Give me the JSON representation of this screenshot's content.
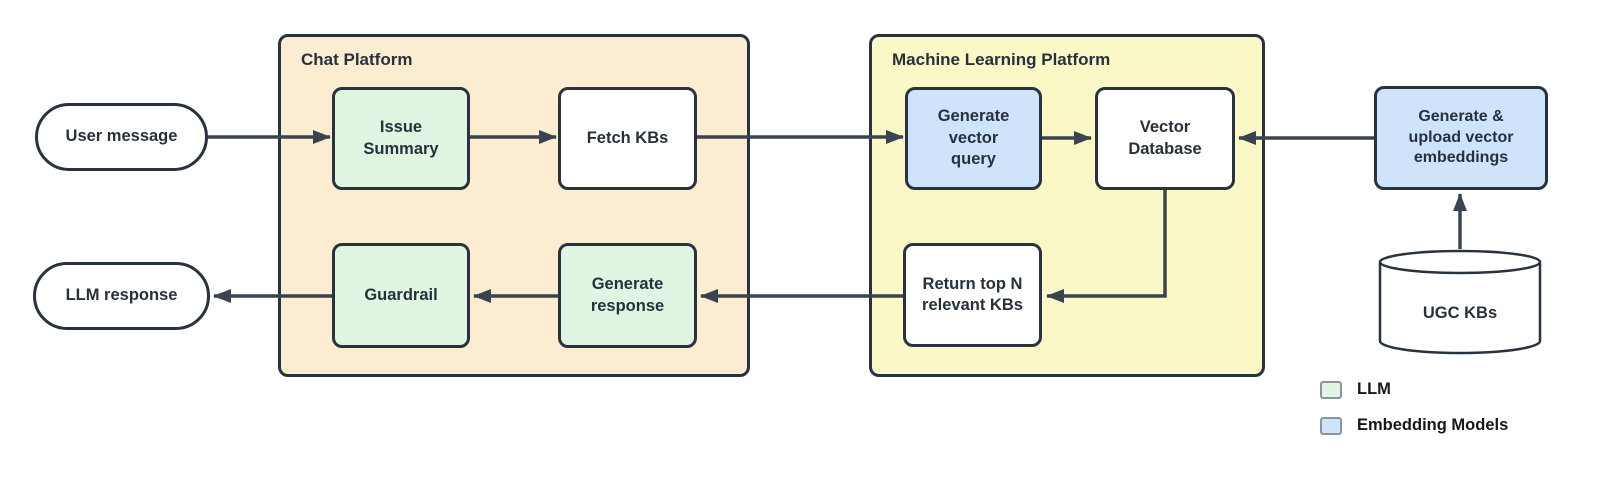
{
  "diagram": {
    "external_nodes": {
      "user_message": "User message",
      "llm_response": "LLM response",
      "generate_upload_embeddings": "Generate & upload vector embeddings",
      "ugc_kbs": "UGC KBs"
    },
    "containers": {
      "chat_platform": {
        "title": "Chat Platform",
        "nodes": {
          "issue_summary": "Issue Summary",
          "fetch_kbs": "Fetch KBs",
          "guardrail": "Guardrail",
          "generate_response": "Generate response"
        }
      },
      "ml_platform": {
        "title": "Machine Learning Platform",
        "nodes": {
          "generate_vector_query": "Generate vector query",
          "vector_database": "Vector Database",
          "return_top_n": "Return top N relevant KBs"
        }
      }
    },
    "flows": [
      "User message -> Issue Summary",
      "Issue Summary -> Fetch KBs",
      "Fetch KBs -> Generate vector query",
      "Generate vector query -> Vector Database",
      "Generate & upload vector embeddings -> Vector Database",
      "UGC KBs -> Generate & upload vector embeddings",
      "Vector Database -> Return top N relevant KBs",
      "Return top N relevant KBs -> Generate response",
      "Generate response -> Guardrail",
      "Guardrail -> LLM response"
    ],
    "legend": {
      "items": [
        {
          "label": "LLM",
          "color": "#e1f5e3"
        },
        {
          "label": "Embedding Models",
          "color": "#cfe3fa"
        }
      ]
    },
    "colors": {
      "chat_platform_fill": "#fcecd2",
      "ml_platform_fill": "#faf8c6",
      "llm_node_fill": "#e1f5e3",
      "embedding_node_fill": "#cfe3fa",
      "plain_node_fill": "#ffffff",
      "stroke": "#28333f",
      "arrow": "#3a4450",
      "text": "#27313c"
    }
  }
}
